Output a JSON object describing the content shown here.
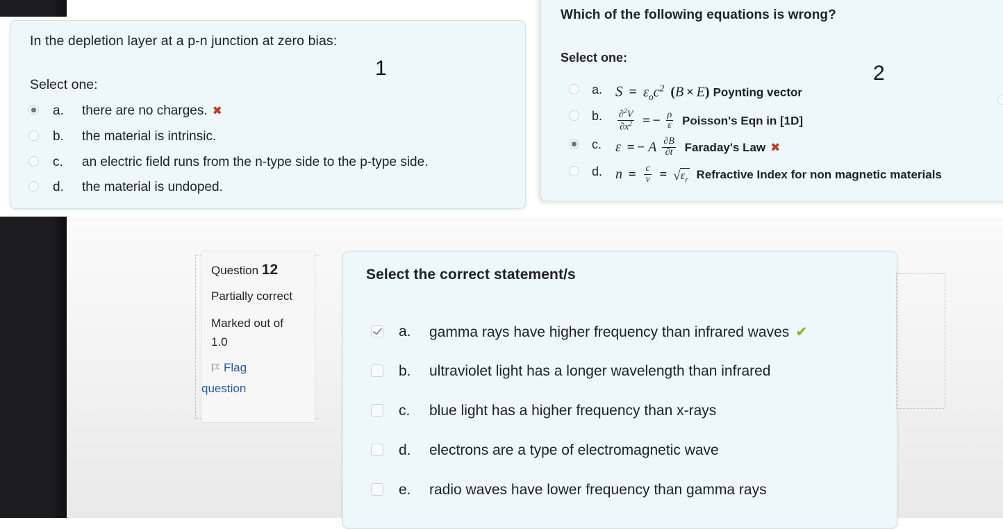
{
  "annotations": {
    "one": "1",
    "two": "2"
  },
  "panel1": {
    "stem": "In the depletion layer at a p-n junction at zero bias:",
    "select_one": "Select one:",
    "options": [
      {
        "letter": "a.",
        "text": "there are no charges.",
        "selected": true,
        "mark": "✖"
      },
      {
        "letter": "b.",
        "text": "the material is intrinsic.",
        "selected": false,
        "mark": ""
      },
      {
        "letter": "c.",
        "text": "an electric field runs from the n-type side to the p-type side.",
        "selected": false,
        "mark": ""
      },
      {
        "letter": "d.",
        "text": "the material is undoped.",
        "selected": false,
        "mark": ""
      }
    ]
  },
  "panel2": {
    "stem": "Which of the following equations is wrong?",
    "select_one": "Select one:",
    "options": [
      {
        "letter": "a.",
        "equation": "S = εₒc² (B × E)",
        "label": "Poynting vector",
        "selected": false,
        "mark": ""
      },
      {
        "letter": "b.",
        "equation": "∂²V/∂x² = −ρ/ε",
        "label": "Poisson's Eqn in [1D]",
        "selected": false,
        "mark": ""
      },
      {
        "letter": "c.",
        "equation": "ε = −A ∂B/∂t",
        "label": "Faraday's Law",
        "selected": true,
        "mark": "✖"
      },
      {
        "letter": "d.",
        "equation": "n = c/v = √εᵣ",
        "label": "Refractive Index for non magnetic materials",
        "selected": false,
        "mark": ""
      }
    ]
  },
  "qinfo": {
    "question_word": "Question",
    "question_number": "12",
    "status": "Partially correct",
    "marked_out_of_label": "Marked out of",
    "marked_out_of_value": "1.0",
    "flag_line1": "Flag",
    "flag_line2": "question",
    "flag_color": "#2a5d9f"
  },
  "panel3": {
    "stem": "Select the correct statement/s",
    "options": [
      {
        "letter": "a.",
        "text": "gamma rays have higher frequency than infrared waves",
        "checked": true,
        "mark": "✔"
      },
      {
        "letter": "b.",
        "text": "ultraviolet light has a longer wavelength than infrared",
        "checked": false,
        "mark": ""
      },
      {
        "letter": "c.",
        "text": "blue light has a higher frequency than x-rays",
        "checked": false,
        "mark": ""
      },
      {
        "letter": "d.",
        "text": "electrons are a type of electromagnetic wave",
        "checked": false,
        "mark": ""
      },
      {
        "letter": "e.",
        "text": "radio waves have lower frequency than gamma rays",
        "checked": false,
        "mark": ""
      }
    ]
  },
  "colors": {
    "card_bg": "#eef7f9",
    "card_border": "#cfe4ea",
    "wrong": "#c0392b",
    "correct": "#8cb32b",
    "link": "#2a5d9f",
    "text": "#1d2125"
  }
}
